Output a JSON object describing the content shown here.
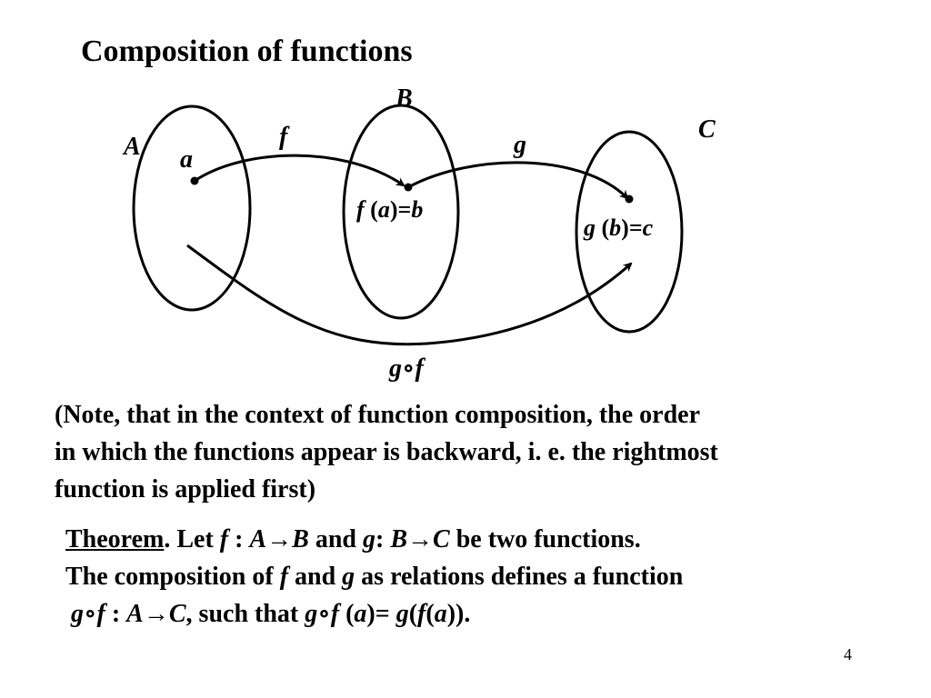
{
  "title": "Composition of functions",
  "sets": {
    "A": "A",
    "B": "B",
    "C": "C"
  },
  "elements": {
    "a": "a"
  },
  "functions": {
    "f": "f",
    "g": "g",
    "gof": "g∘f"
  },
  "images": {
    "fa": {
      "f": "f",
      "open": " (",
      "arg": "a",
      "close": ")",
      "eq": "=",
      "val": "b"
    },
    "gb": {
      "g": "g",
      "open": " (",
      "arg": "b",
      "close": ")",
      "eq": "=",
      "val": "c"
    }
  },
  "note": {
    "line1": "(Note, that in the context of function composition, the order",
    "line2": "in which the functions appear is backward, i. e. the rightmost",
    "line3": "function is applied first)"
  },
  "theorem": {
    "heading": "Theorem",
    "line1_rest_a": ". Let ",
    "f": "f",
    "colon1": " : ",
    "A": "A",
    "arrow": "→",
    "B": "B",
    "and": " and ",
    "g": "g",
    "colon2": ": ",
    "B2": "B",
    "C": "C",
    "line1_tail": " be two functions.",
    "line2_a": "The composition of ",
    "line2_f": "f",
    "line2_b": "  and ",
    "line2_g": "g",
    "line2_c": " as relations defines a function",
    "line3_gof": "g∘f",
    "line3_colon": " :  ",
    "line3_A": "A",
    "line3_C": "C",
    "line3_such": ", such that ",
    "line3_gof2": "g∘f",
    "line3_open": " (",
    "line3_a": "a",
    "line3_eq": ")= ",
    "line3_g": "g",
    "line3_p1": "(",
    "line3_f": "f",
    "line3_p2": "(",
    "line3_a2": "a",
    "line3_end": "))."
  },
  "page_number": "4"
}
